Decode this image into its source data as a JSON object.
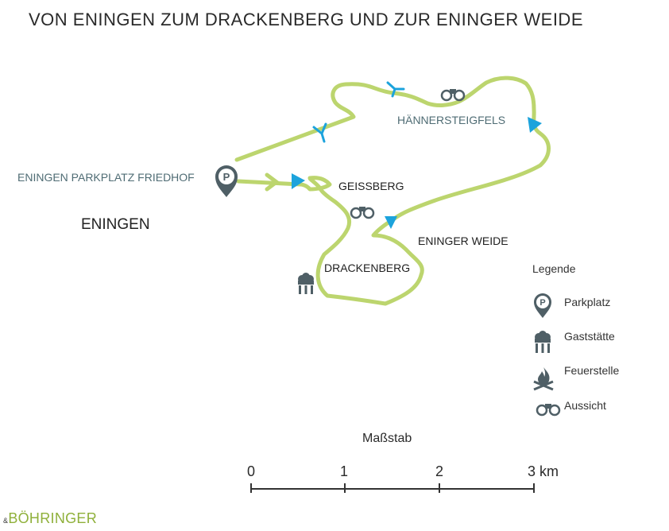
{
  "title": "VON ENINGEN ZUM DRACKENBERG UND ZUR ENINGER WEIDE",
  "places": {
    "eningen": "ENINGEN",
    "parkplatz": "ENINGEN PARKPLATZ FRIEDHOF",
    "geissberg": "GEISSBERG",
    "haennersteigfels": "HÄNNERSTEIGFELS",
    "eninger_weide": "ENINGER WEIDE",
    "drackenberg": "DRACKENBERG"
  },
  "legend": {
    "title": "Legende",
    "items": [
      {
        "label": "Parkplatz",
        "icon": "parking-pin-icon"
      },
      {
        "label": "Gaststätte",
        "icon": "restaurant-icon"
      },
      {
        "label": "Feuerstelle",
        "icon": "fireplace-icon"
      },
      {
        "label": "Aussicht",
        "icon": "binoculars-icon"
      }
    ]
  },
  "scale": {
    "title": "Maßstab",
    "ticks": [
      "0",
      "1",
      "2",
      "3 km"
    ]
  },
  "brand": {
    "amp": "&",
    "name": "BÖHRINGER"
  },
  "colors": {
    "route": "#bcd56e",
    "arrow": "#1ca3dc",
    "icon": "#4f5f66",
    "teal_text": "#4f6c74",
    "brand": "#8fb03a"
  }
}
